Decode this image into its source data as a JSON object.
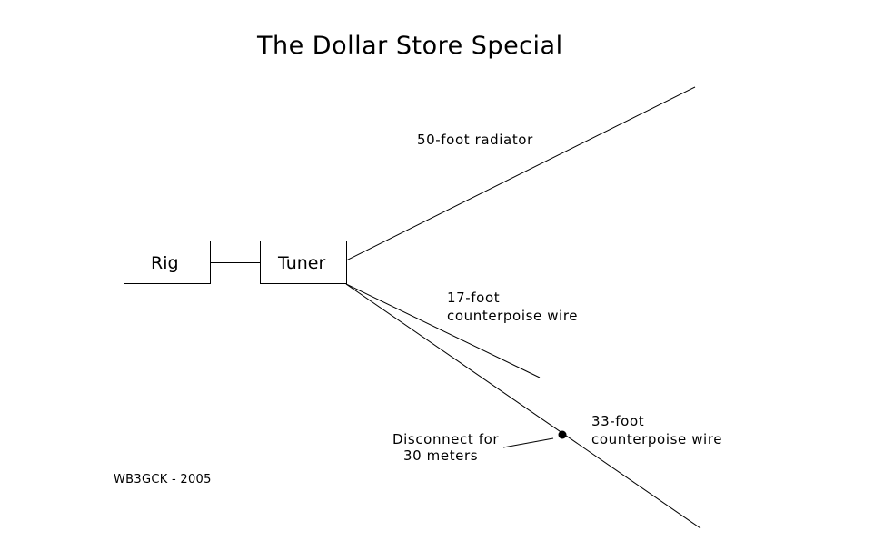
{
  "title": "The Dollar Store Special",
  "boxes": {
    "rig": "Rig",
    "tuner": "Tuner"
  },
  "labels": {
    "radiator": "50-foot radiator",
    "counterpoise17_line1": "17-foot",
    "counterpoise17_line2": "counterpoise wire",
    "counterpoise33_line1": "33-foot",
    "counterpoise33_line2": "counterpoise wire",
    "disconnect_line1": "Disconnect for",
    "disconnect_line2": "30 meters"
  },
  "credit": "WB3GCK - 2005",
  "colors": {
    "ink": "#000000",
    "background": "#ffffff"
  }
}
